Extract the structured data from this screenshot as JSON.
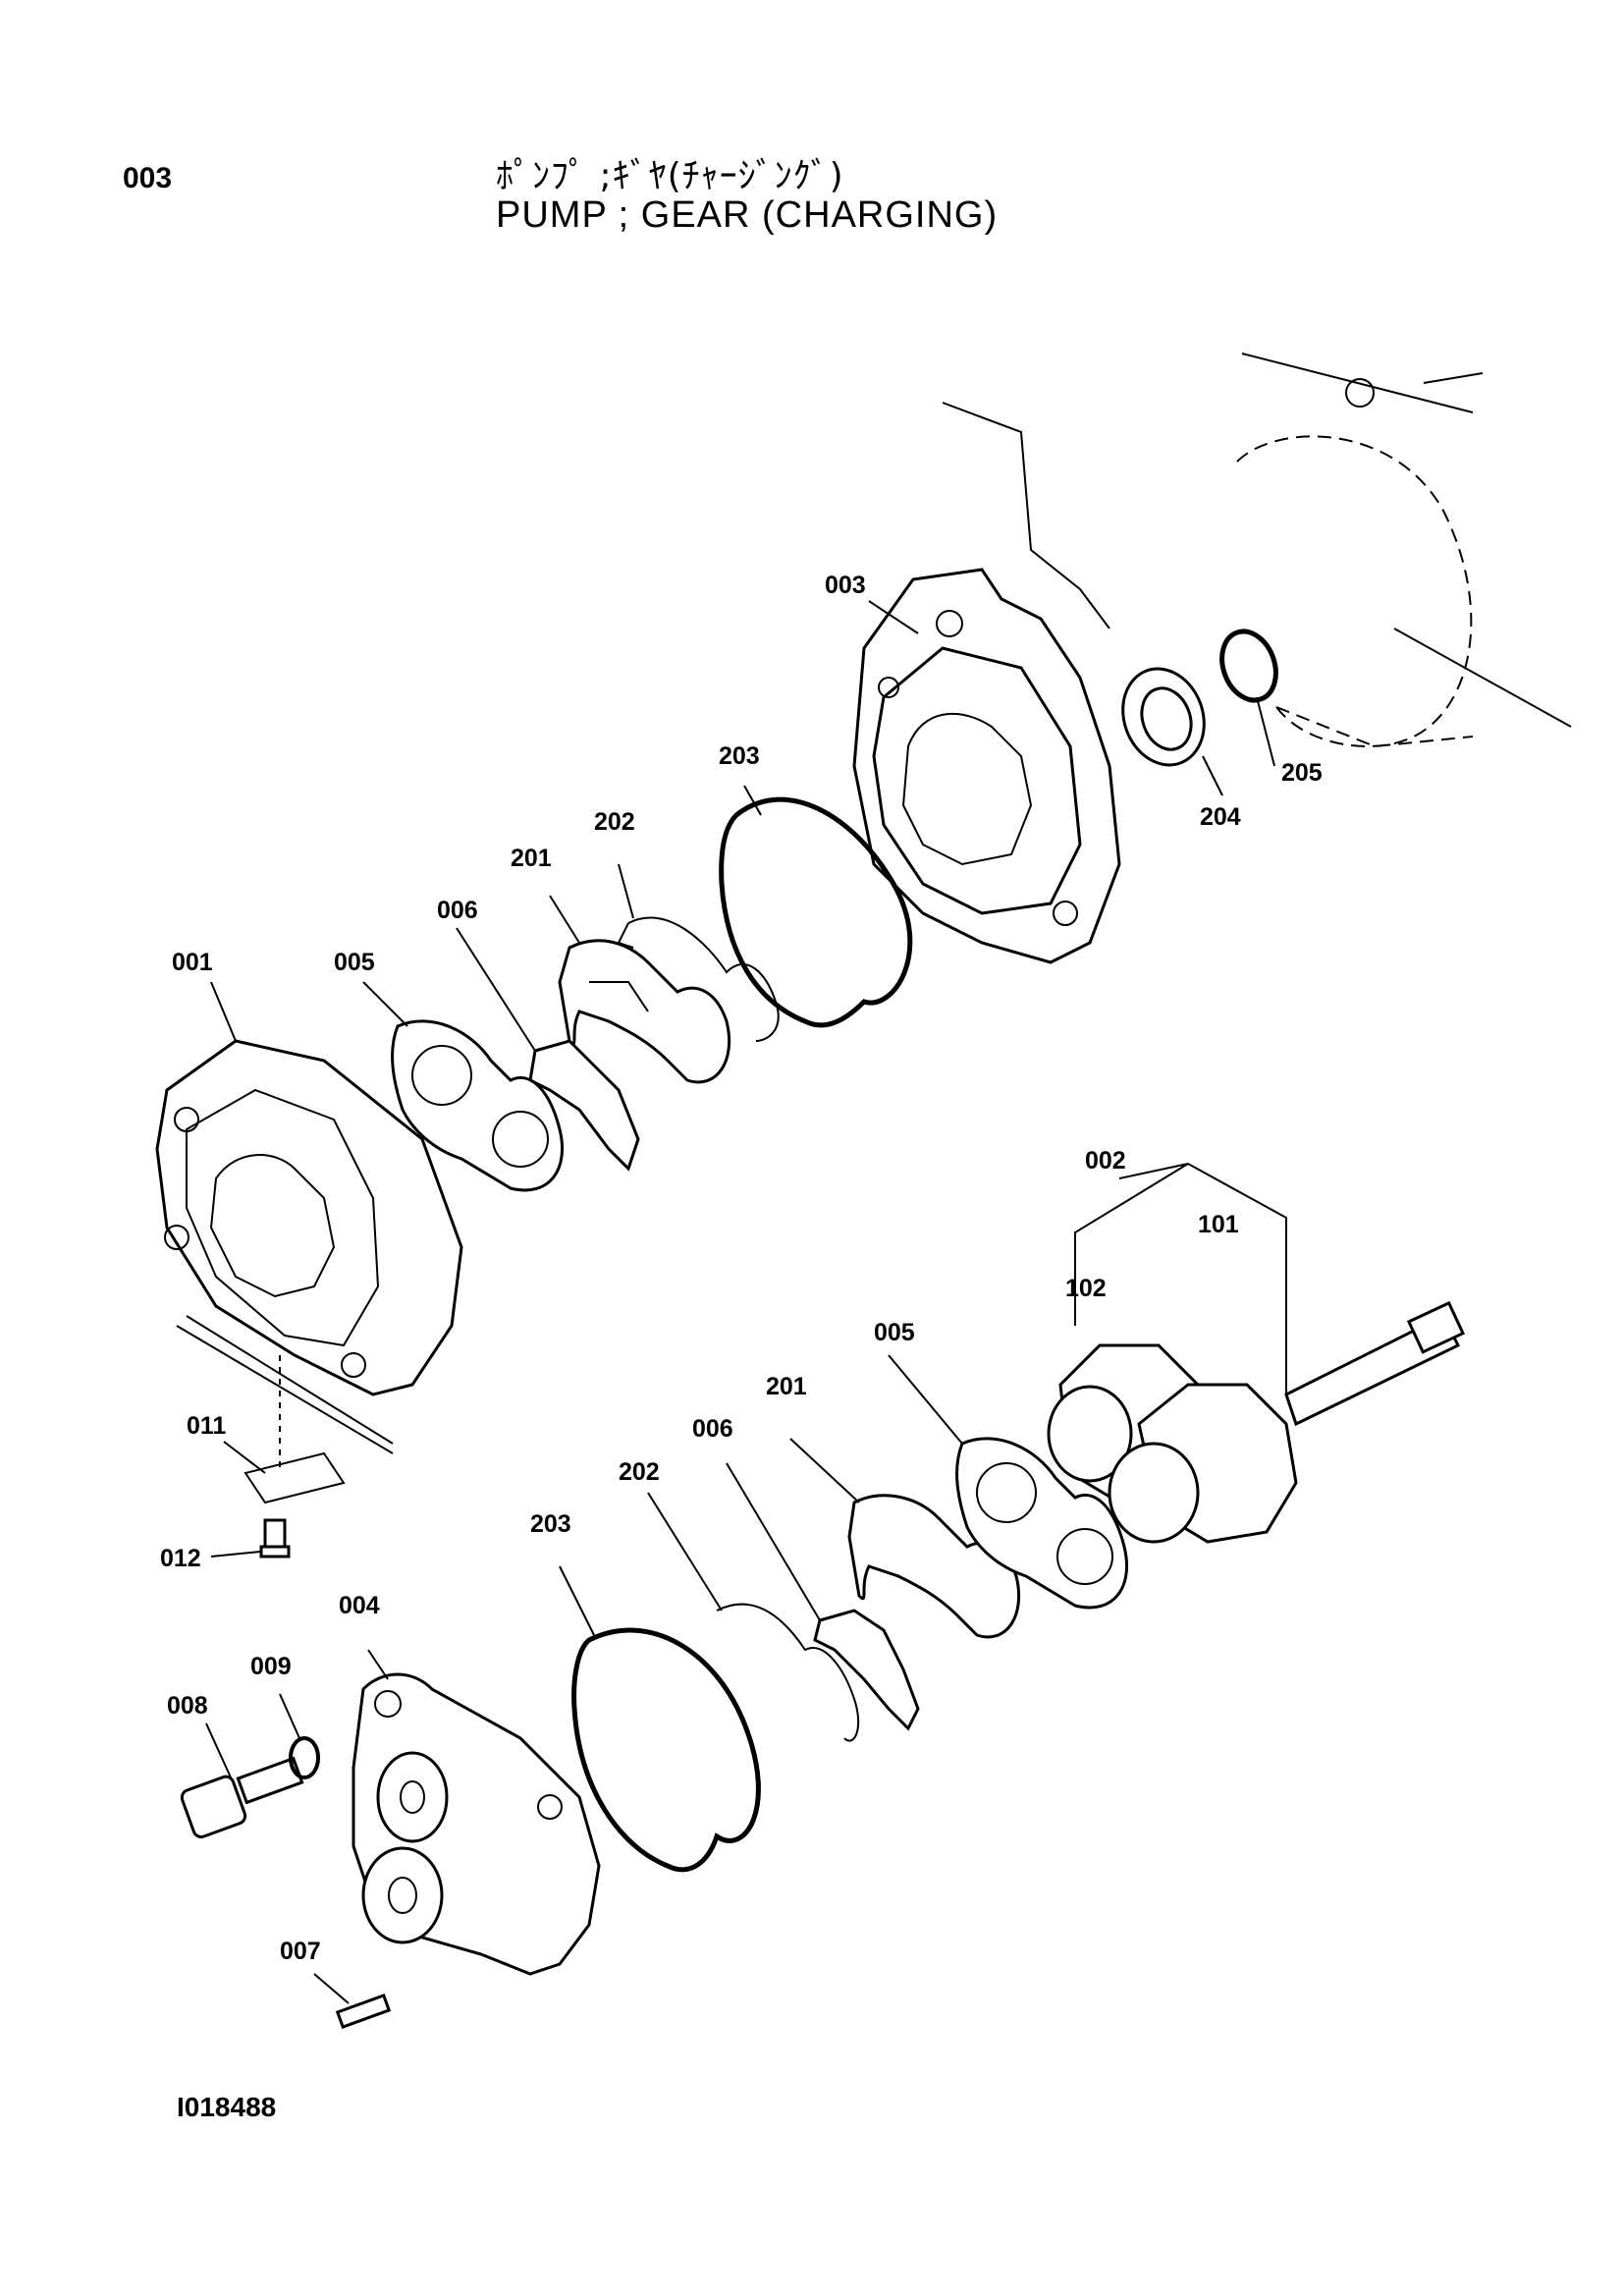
{
  "header": {
    "page_id": "003",
    "title_jp": "ﾎﾟﾝﾌﾟ ;ｷﾞﾔ(ﾁｬｰｼﾞﾝｸﾞ)",
    "title_en": "PUMP ; GEAR (CHARGING)"
  },
  "footer": {
    "reference": "I018488"
  },
  "parts": [
    {
      "number": "001"
    },
    {
      "number": "002"
    },
    {
      "number": "003"
    },
    {
      "number": "004"
    },
    {
      "number": "005"
    },
    {
      "number": "006"
    },
    {
      "number": "007"
    },
    {
      "number": "008"
    },
    {
      "number": "009"
    },
    {
      "number": "011"
    },
    {
      "number": "012"
    },
    {
      "number": "101"
    },
    {
      "number": "102"
    },
    {
      "number": "201"
    },
    {
      "number": "202"
    },
    {
      "number": "203"
    },
    {
      "number": "204"
    },
    {
      "number": "205"
    }
  ]
}
